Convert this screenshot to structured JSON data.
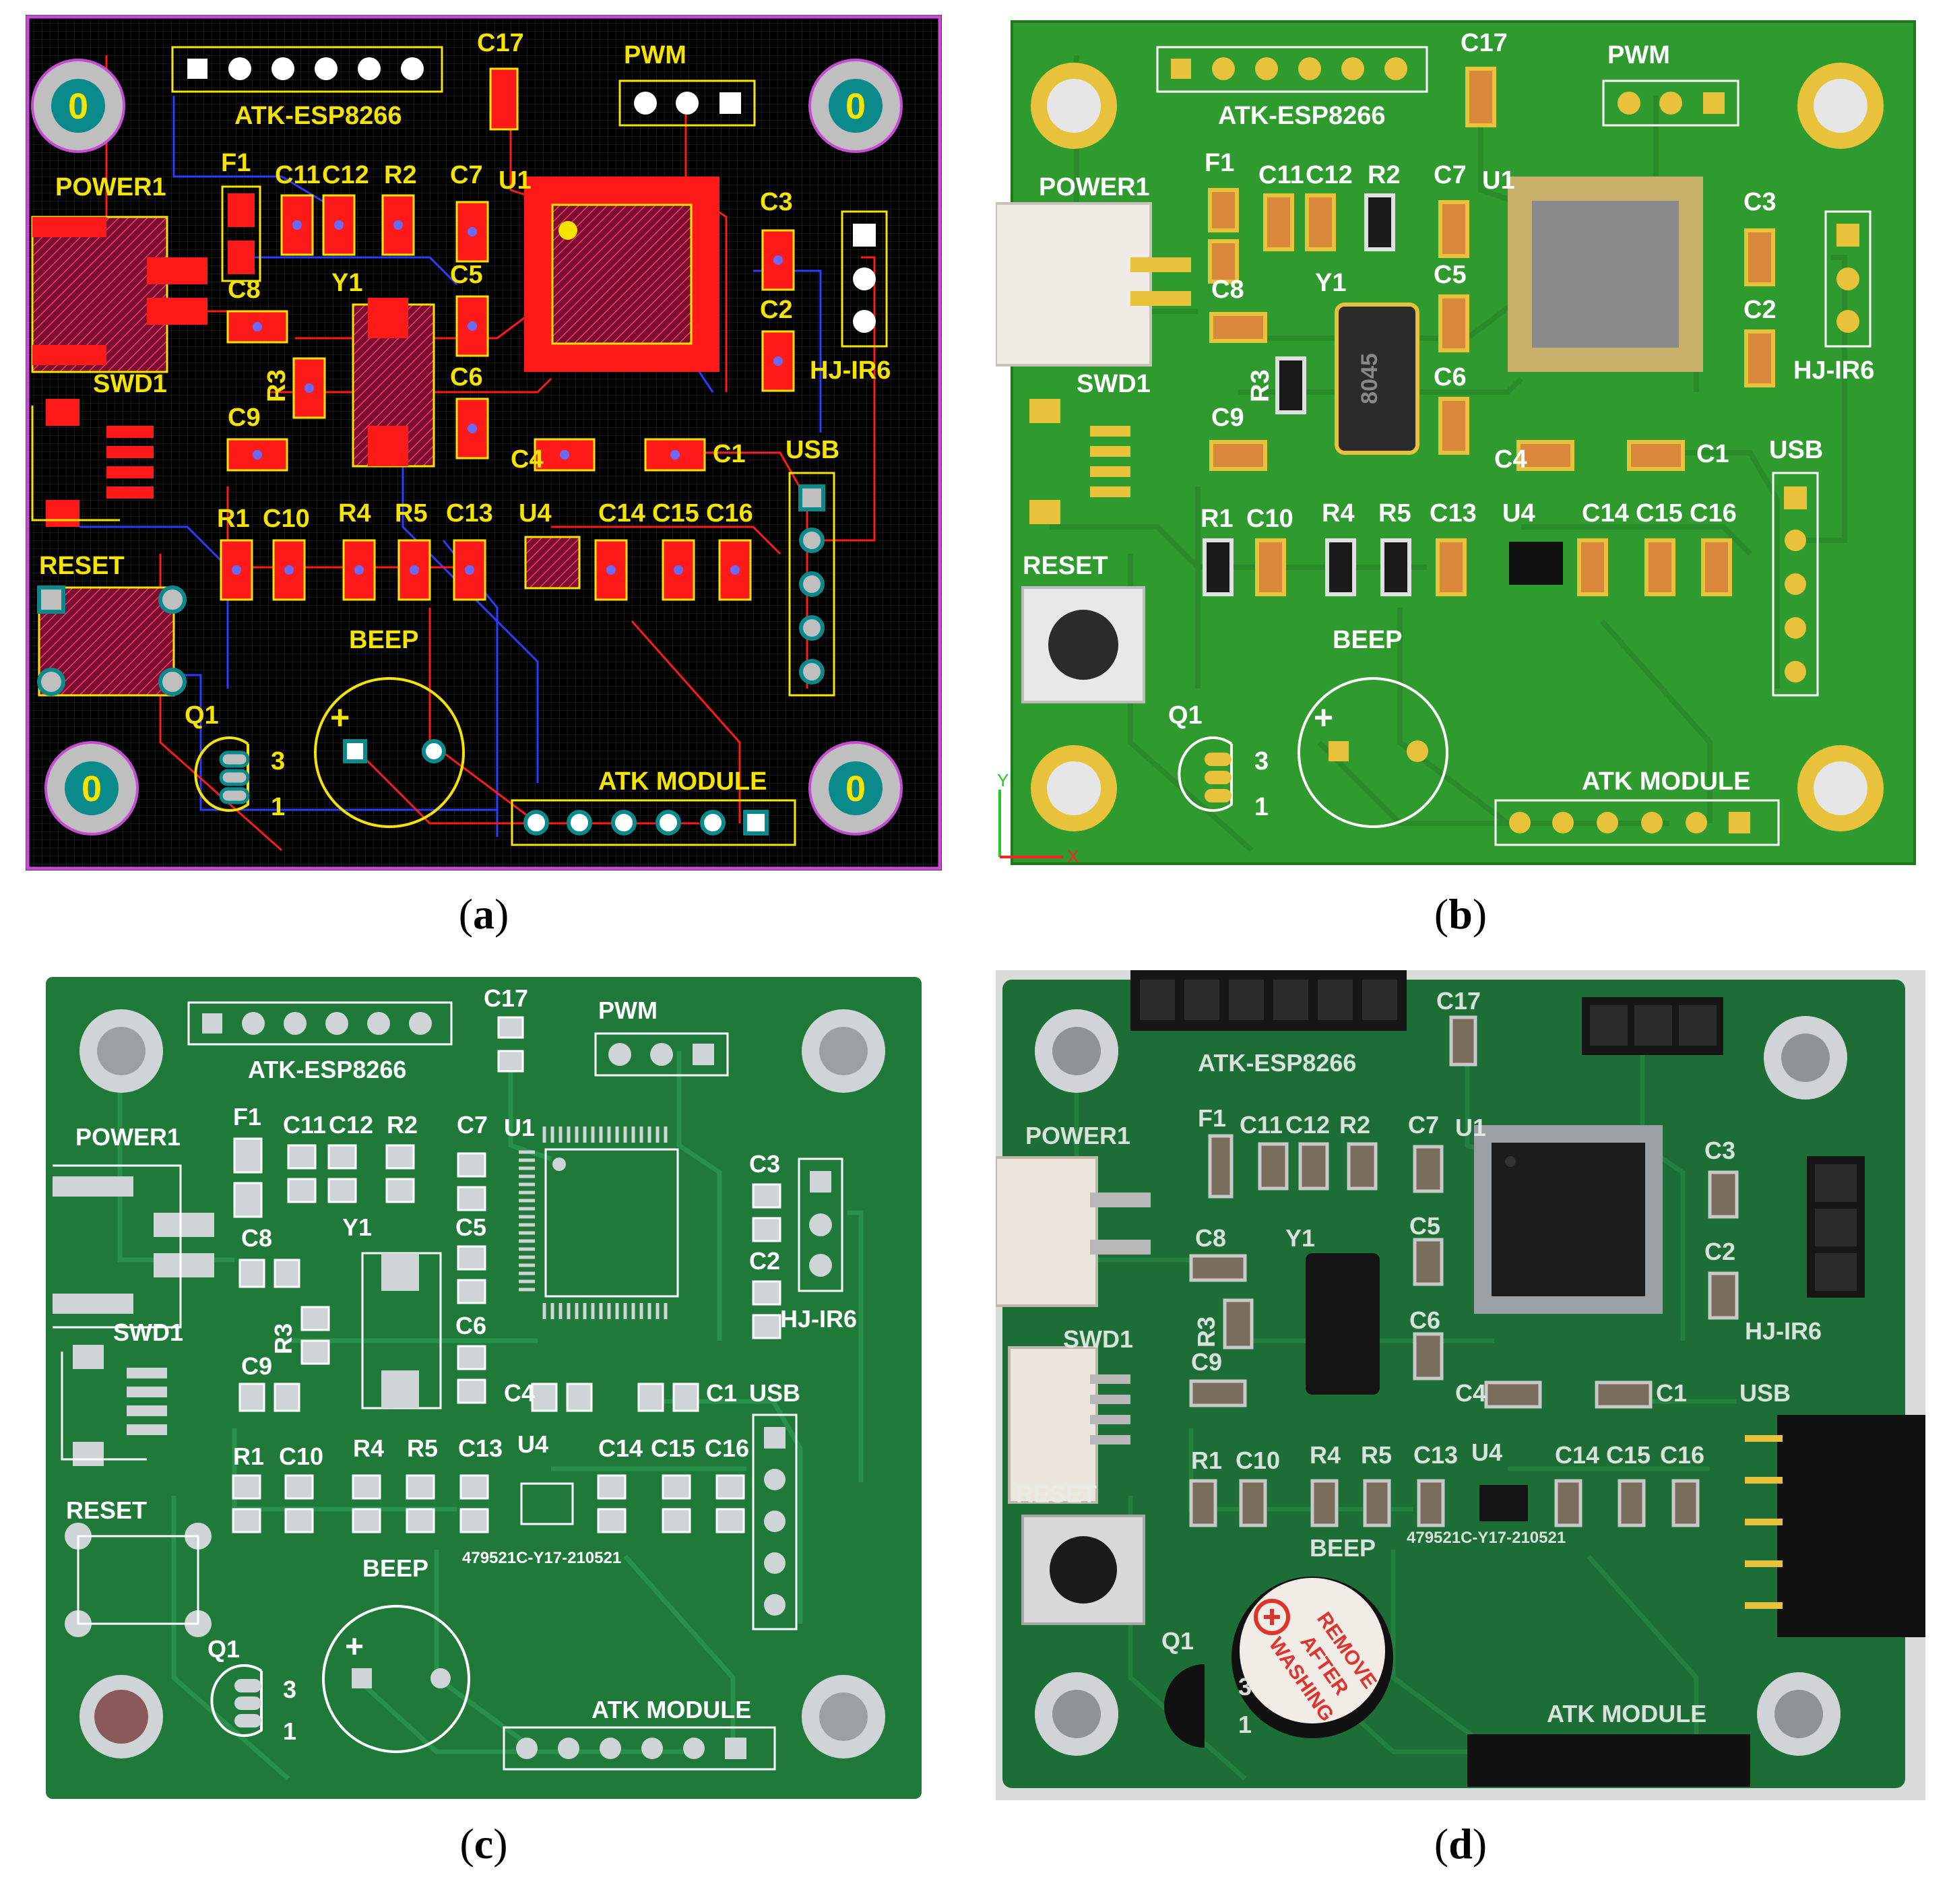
{
  "captions": {
    "a": {
      "open": "(",
      "letter": "a",
      "close": ")"
    },
    "b": {
      "open": "(",
      "letter": "b",
      "close": ")"
    },
    "c": {
      "open": "(",
      "letter": "c",
      "close": ")"
    },
    "d": {
      "open": "(",
      "letter": "d",
      "close": ")"
    }
  },
  "labels": {
    "esp": "ATK-ESP8266",
    "c17": "C17",
    "pwm": "PWM",
    "power": "POWER1",
    "f1": "F1",
    "c11": "C11",
    "c12": "C12",
    "r2": "R2",
    "c7": "C7",
    "u1": "U1",
    "c3": "C3",
    "c2": "C2",
    "hj": "HJ-IR6",
    "c8": "C8",
    "y1": "Y1",
    "c5": "C5",
    "c6": "C6",
    "r3": "R3",
    "swd": "SWD1",
    "c9": "C9",
    "c4": "C4",
    "c1": "C1",
    "usb": "USB",
    "r1": "R1",
    "c10": "C10",
    "r4": "R4",
    "r5": "R5",
    "c13": "C13",
    "u4": "U4",
    "c14": "C14",
    "c15": "C15",
    "c16": "C16",
    "reset": "RESET",
    "beep": "BEEP",
    "q1": "Q1",
    "pin3": "3",
    "pin1": "1",
    "plus": "+",
    "atk": "ATK  MODULE",
    "hole": "0",
    "crystal": "8045",
    "serial": "479521C-Y17-210521",
    "sticker_l1": "REMOVE",
    "sticker_l2": "AFTER",
    "sticker_l3": "WASHING",
    "axis_y": "Y",
    "axis_x": "X"
  },
  "colors": {
    "layout_bg": "#000000",
    "layout_silk": "#f5e400",
    "layout_copper": "#ff1a1a",
    "layout_blue": "#2a3cff",
    "layout_border": "#c84bd6",
    "render_board": "#2f9b2f",
    "render_trace": "#2a8a2a",
    "render_silk": "#ffffff",
    "render_pad": "#e8c23a",
    "bare_board": "#1f7a3a",
    "bare_pad": "#cfd4d6",
    "assembled_board": "#1d6e36"
  }
}
